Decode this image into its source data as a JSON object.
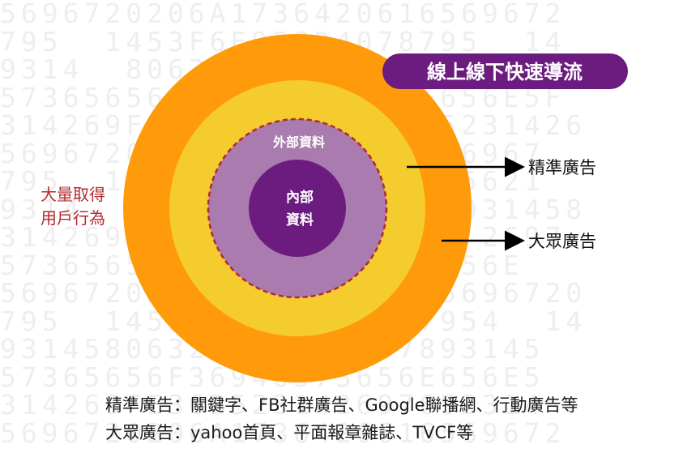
{
  "background_digits": [
    "5696720206A1736420616569672",
    "795  1453F6E958D4078795  14",
    "9314  8063234706F2007893145",
    "57365656F36946573656E656E5F",
    "314269FE36B52314269765231426",
    "5696720206A173642061656967",
    "795  1453F6E958D4028795621",
    "9314  8063234706F20078931458",
    "314269FE36B52314269765 2697",
    "57365656F36946573656E656E",
    "5696720206A17364206165696720",
    "795  1453F6E958D45687954  14",
    "9314580632347D6F2007893145",
    "57365656F36946573656E656E5",
    "314269FE36B523142697652314",
    "5696720206A1736420616569672"
  ],
  "title": "線上線下快速導流",
  "left_label": [
    "大量取得",
    "用戶行為"
  ],
  "rings": {
    "outer_data_label": "外部資料",
    "inner_data_label": [
      "內部",
      "資料"
    ]
  },
  "arrows": [
    {
      "label": "精準廣告"
    },
    {
      "label": "大眾廣告"
    }
  ],
  "notes": {
    "line1": "精準廣告：關鍵字、FB社群廣告、Google聯播網、行動廣告等",
    "line2": "大眾廣告：yahoo首頁、平面報章雜誌、TVCF等"
  },
  "colors": {
    "outer_ring": "#FF9A0A",
    "middle_ring": "#F5CC2E",
    "external_circle": "#A97BAE",
    "internal_circle": "#6C1C7F",
    "dashed_border": "#B5282F",
    "title_bg": "#6C1C7F",
    "left_label": "#B5282F",
    "arrow": "#000000"
  }
}
